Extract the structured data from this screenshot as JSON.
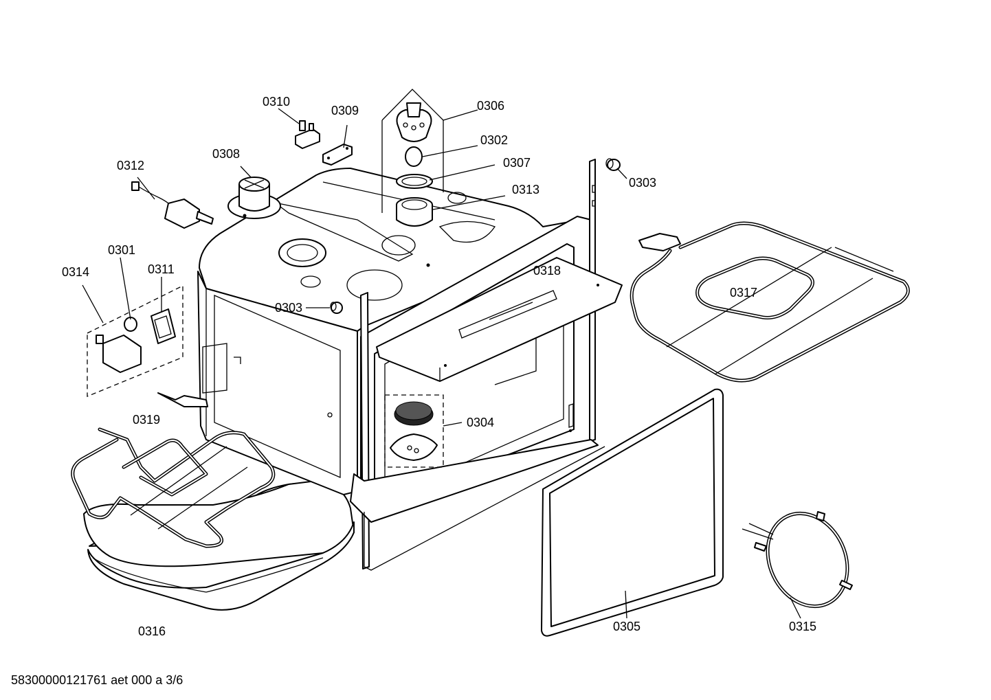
{
  "labels": {
    "l0301": "0301",
    "l0302": "0302",
    "l0303a": "0303",
    "l0303b": "0303",
    "l0304": "0304",
    "l0305": "0305",
    "l0306": "0306",
    "l0307": "0307",
    "l0308": "0308",
    "l0309": "0309",
    "l0310": "0310",
    "l0311": "0311",
    "l0312": "0312",
    "l0313": "0313",
    "l0314": "0314",
    "l0315": "0315",
    "l0316": "0316",
    "l0317": "0317",
    "l0318": "0318",
    "l0319": "0319"
  },
  "footer": "58300000121761 aet 000 a 3/6"
}
